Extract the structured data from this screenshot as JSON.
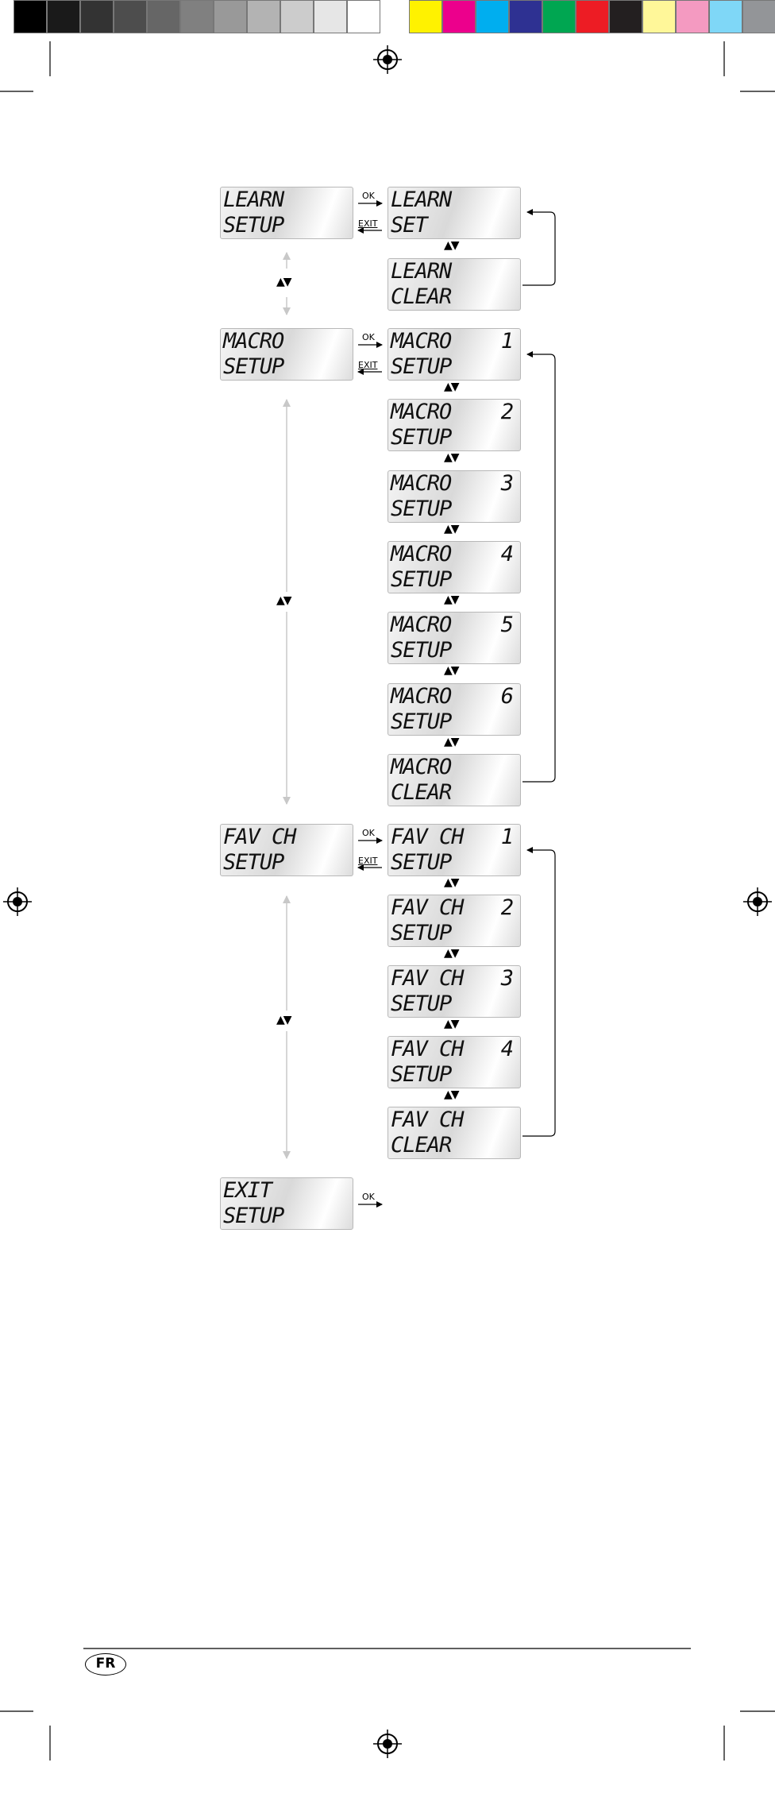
{
  "color_bar": {
    "grays": [
      "#000000",
      "#1a1a1a",
      "#333333",
      "#4d4d4d",
      "#666666",
      "#808080",
      "#999999",
      "#b3b3b3",
      "#cccccc",
      "#e6e6e6",
      "#ffffff"
    ],
    "colors": [
      "#fff200",
      "#ec008c",
      "#00aeef",
      "#2e3192",
      "#00a651",
      "#ed1c24",
      "#231f20",
      "#fff799",
      "#f49ac1",
      "#7fd7f7",
      "#939598"
    ]
  },
  "arrow_labels": {
    "ok": "OK",
    "exit": "EXIT",
    "updown": "▲▼"
  },
  "main_menu": {
    "learn": {
      "line1": "LEARN",
      "line2": "SETUP"
    },
    "macro": {
      "line1": "MACRO",
      "line2": "SETUP"
    },
    "favch": {
      "line1": "FAV CH",
      "line2": "SETUP"
    },
    "exit": {
      "line1": "EXIT",
      "line2": "SETUP"
    }
  },
  "learn_submenu": [
    {
      "line1": "LEARN",
      "line2": "SET",
      "num": ""
    },
    {
      "line1": "LEARN",
      "line2": "CLEAR",
      "num": ""
    }
  ],
  "macro_submenu": [
    {
      "line1": "MACRO",
      "line2": "SETUP",
      "num": "1"
    },
    {
      "line1": "MACRO",
      "line2": "SETUP",
      "num": "2"
    },
    {
      "line1": "MACRO",
      "line2": "SETUP",
      "num": "3"
    },
    {
      "line1": "MACRO",
      "line2": "SETUP",
      "num": "4"
    },
    {
      "line1": "MACRO",
      "line2": "SETUP",
      "num": "5"
    },
    {
      "line1": "MACRO",
      "line2": "SETUP",
      "num": "6"
    },
    {
      "line1": "MACRO",
      "line2": "CLEAR",
      "num": ""
    }
  ],
  "favch_submenu": [
    {
      "line1": "FAV CH",
      "line2": "SETUP",
      "num": "1"
    },
    {
      "line1": "FAV CH",
      "line2": "SETUP",
      "num": "2"
    },
    {
      "line1": "FAV CH",
      "line2": "SETUP",
      "num": "3"
    },
    {
      "line1": "FAV CH",
      "line2": "SETUP",
      "num": "4"
    },
    {
      "line1": "FAV CH",
      "line2": "CLEAR",
      "num": ""
    }
  ],
  "footer": {
    "language_badge": "FR"
  }
}
